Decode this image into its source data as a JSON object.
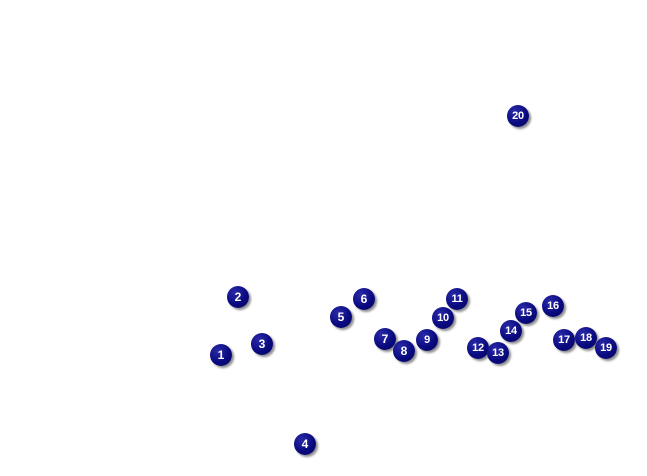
{
  "markers": [
    {
      "label": "1"
    },
    {
      "label": "2"
    },
    {
      "label": "3"
    },
    {
      "label": "4"
    },
    {
      "label": "5"
    },
    {
      "label": "6"
    },
    {
      "label": "7"
    },
    {
      "label": "8"
    },
    {
      "label": "9"
    },
    {
      "label": "10"
    },
    {
      "label": "11"
    },
    {
      "label": "12"
    },
    {
      "label": "13"
    },
    {
      "label": "14"
    },
    {
      "label": "15"
    },
    {
      "label": "16"
    },
    {
      "label": "17"
    },
    {
      "label": "18"
    },
    {
      "label": "19"
    },
    {
      "label": "20"
    }
  ],
  "colors": {
    "marker_fill": "#0a0a80",
    "marker_text": "#ffffff",
    "background": "#ffffff"
  }
}
